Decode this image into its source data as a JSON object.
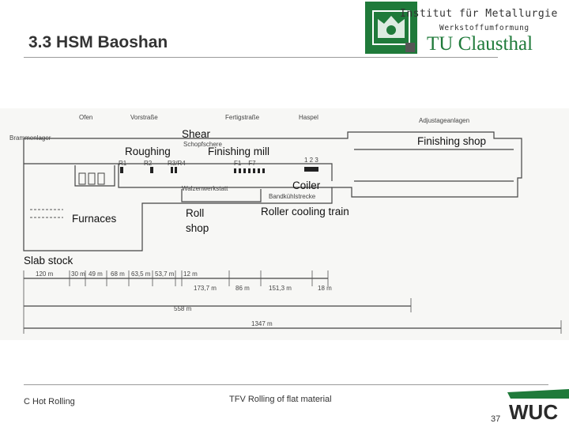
{
  "slide": {
    "title": "3.3 HSM Baoshan"
  },
  "header": {
    "institute_name": "Institut für Metallurgie",
    "institute_subtitle": "Werkstoffumformung",
    "university": "TU Clausthal"
  },
  "diagram": {
    "overlay_labels": {
      "shear": "Shear",
      "roughing": "Roughing",
      "finishing_mill": "Finishing mill",
      "finishing_shop": "Finishing shop",
      "coiler": "Coiler",
      "furnaces": "Furnaces",
      "roll": "Roll",
      "shop": "shop",
      "roller_cooling_train": "Roller cooling train",
      "slab_stock": "Slab stock"
    },
    "plan_labels": {
      "ofen": "Ofen",
      "vorstrasse": "Vorstraße",
      "fertigstrasse": "Fertigstraße",
      "haspel": "Haspel",
      "adjustageanlagen": "Adjustageanlagen",
      "brammenlager": "Brammenlager",
      "schopfschere": "Schopfschere",
      "walzenwerkstatt": "Walzenwerkstatt",
      "bandkuehlstrecke": "Bandkühlstrecke",
      "r1": "R1",
      "r2": "R2",
      "r3r4": "R3/R4",
      "f1f7": "F1 – F7",
      "c123": "1 2 3"
    },
    "dimensions": [
      "120 m",
      "30 m",
      "49 m",
      "68 m",
      "63,5 m",
      "53,7 m",
      "12 m",
      "173,7 m",
      "86 m",
      "151,3 m",
      "18 m",
      "558 m",
      "1347 m"
    ]
  },
  "footer": {
    "left": "C Hot Rolling",
    "center": "TFV Rolling of flat material",
    "page": "37",
    "logo": "WUC"
  }
}
